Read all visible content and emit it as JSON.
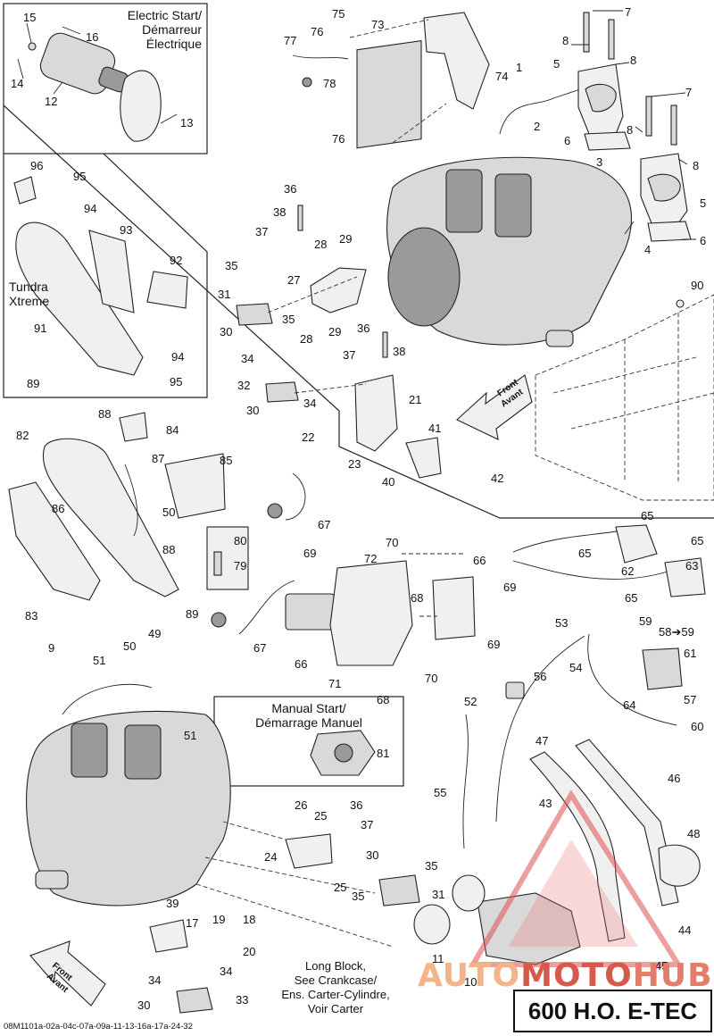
{
  "insets": {
    "electric_start": {
      "line1": "Electric Start/",
      "line2": "Démarreur",
      "line3": "Électrique"
    },
    "tundra": {
      "line1": "Tundra",
      "line2": "Xtreme"
    },
    "manual_start": {
      "line1": "Manual Start/",
      "line2": "Démarrage Manuel"
    },
    "front_top": {
      "line1": "Front",
      "line2": "Avant"
    },
    "front_bottom": {
      "line1": "Front",
      "line2": "Avant"
    },
    "long_block": {
      "line1": "Long Block,",
      "line2": "See Crankcase/",
      "line3": "Ens. Carter-Cylindre,",
      "line4": "Voir Carter"
    }
  },
  "title": "600 H.O. E-TEC",
  "ref_code": "08M1101a-02a-04c-07a-09a-11-13-16a-17a-24-32",
  "watermark": {
    "part1": "AUTO",
    "part2": "MOTO",
    "part3": "HUB"
  },
  "callouts": [
    {
      "id": "c15",
      "text": "15"
    },
    {
      "id": "c16",
      "text": "16"
    },
    {
      "id": "c14",
      "text": "14"
    },
    {
      "id": "c12",
      "text": "12"
    },
    {
      "id": "c13",
      "text": "13"
    },
    {
      "id": "c75",
      "text": "75"
    },
    {
      "id": "c73",
      "text": "73"
    },
    {
      "id": "c76a",
      "text": "76"
    },
    {
      "id": "c77",
      "text": "77"
    },
    {
      "id": "c78",
      "text": "78"
    },
    {
      "id": "c74",
      "text": "74"
    },
    {
      "id": "c76b",
      "text": "76"
    },
    {
      "id": "c7a",
      "text": "7"
    },
    {
      "id": "c8a",
      "text": "8"
    },
    {
      "id": "c5a",
      "text": "5"
    },
    {
      "id": "c8b",
      "text": "8"
    },
    {
      "id": "c1",
      "text": "1"
    },
    {
      "id": "c2",
      "text": "2"
    },
    {
      "id": "c6a",
      "text": "6"
    },
    {
      "id": "c7b",
      "text": "7"
    },
    {
      "id": "c8c",
      "text": "8"
    },
    {
      "id": "c8d",
      "text": "8"
    },
    {
      "id": "c3",
      "text": "3"
    },
    {
      "id": "c5b",
      "text": "5"
    },
    {
      "id": "c4",
      "text": "4"
    },
    {
      "id": "c6b",
      "text": "6"
    },
    {
      "id": "c96",
      "text": "96"
    },
    {
      "id": "c95a",
      "text": "95"
    },
    {
      "id": "c94a",
      "text": "94"
    },
    {
      "id": "c93",
      "text": "93"
    },
    {
      "id": "c92",
      "text": "92"
    },
    {
      "id": "c91",
      "text": "91"
    },
    {
      "id": "c94b",
      "text": "94"
    },
    {
      "id": "c95b",
      "text": "95"
    },
    {
      "id": "c36a",
      "text": "36"
    },
    {
      "id": "c38a",
      "text": "38"
    },
    {
      "id": "c37a",
      "text": "37"
    },
    {
      "id": "c28a",
      "text": "28"
    },
    {
      "id": "c29a",
      "text": "29"
    },
    {
      "id": "c35a",
      "text": "35"
    },
    {
      "id": "c27",
      "text": "27"
    },
    {
      "id": "c31a",
      "text": "31"
    },
    {
      "id": "c35b",
      "text": "35"
    },
    {
      "id": "c30a",
      "text": "30"
    },
    {
      "id": "c28b",
      "text": "28"
    },
    {
      "id": "c29b",
      "text": "29"
    },
    {
      "id": "c36b",
      "text": "36"
    },
    {
      "id": "c38b",
      "text": "38"
    },
    {
      "id": "c37b",
      "text": "37"
    },
    {
      "id": "c34a",
      "text": "34"
    },
    {
      "id": "c32",
      "text": "32"
    },
    {
      "id": "c21",
      "text": "21"
    },
    {
      "id": "c30b",
      "text": "30"
    },
    {
      "id": "c34b",
      "text": "34"
    },
    {
      "id": "c22",
      "text": "22"
    },
    {
      "id": "c23",
      "text": "23"
    },
    {
      "id": "c90",
      "text": "90"
    },
    {
      "id": "c41",
      "text": "41"
    },
    {
      "id": "c40",
      "text": "40"
    },
    {
      "id": "c42",
      "text": "42"
    },
    {
      "id": "c89",
      "text": "89"
    },
    {
      "id": "c88a",
      "text": "88"
    },
    {
      "id": "c82",
      "text": "82"
    },
    {
      "id": "c84",
      "text": "84"
    },
    {
      "id": "c87",
      "text": "87"
    },
    {
      "id": "c85",
      "text": "85"
    },
    {
      "id": "c86",
      "text": "86"
    },
    {
      "id": "c50a",
      "text": "50"
    },
    {
      "id": "c88b",
      "text": "88"
    },
    {
      "id": "c83",
      "text": "83"
    },
    {
      "id": "c89b",
      "text": "89"
    },
    {
      "id": "c67a",
      "text": "67"
    },
    {
      "id": "c80",
      "text": "80"
    },
    {
      "id": "c79",
      "text": "79"
    },
    {
      "id": "c67b",
      "text": "67"
    },
    {
      "id": "c69a",
      "text": "69"
    },
    {
      "id": "c70a",
      "text": "70"
    },
    {
      "id": "c72",
      "text": "72"
    },
    {
      "id": "c66a",
      "text": "66"
    },
    {
      "id": "c69b",
      "text": "69"
    },
    {
      "id": "c68a",
      "text": "68"
    },
    {
      "id": "c66b",
      "text": "66"
    },
    {
      "id": "c69c",
      "text": "69"
    },
    {
      "id": "c71",
      "text": "71"
    },
    {
      "id": "c70b",
      "text": "70"
    },
    {
      "id": "c68b",
      "text": "68"
    },
    {
      "id": "c65a",
      "text": "65"
    },
    {
      "id": "c65b",
      "text": "65"
    },
    {
      "id": "c65c",
      "text": "65"
    },
    {
      "id": "c62",
      "text": "62"
    },
    {
      "id": "c63",
      "text": "63"
    },
    {
      "id": "c65d",
      "text": "65"
    },
    {
      "id": "c53",
      "text": "53"
    },
    {
      "id": "c59",
      "text": "59"
    },
    {
      "id": "c58",
      "text": "58➔59"
    },
    {
      "id": "c54",
      "text": "54"
    },
    {
      "id": "c61",
      "text": "61"
    },
    {
      "id": "c56",
      "text": "56"
    },
    {
      "id": "c52",
      "text": "52"
    },
    {
      "id": "c64",
      "text": "64"
    },
    {
      "id": "c57",
      "text": "57"
    },
    {
      "id": "c60",
      "text": "60"
    },
    {
      "id": "c47",
      "text": "47"
    },
    {
      "id": "c55",
      "text": "55"
    },
    {
      "id": "c43",
      "text": "43"
    },
    {
      "id": "c46",
      "text": "46"
    },
    {
      "id": "c48",
      "text": "48"
    },
    {
      "id": "c44",
      "text": "44"
    },
    {
      "id": "c45",
      "text": "45"
    },
    {
      "id": "c10",
      "text": "10"
    },
    {
      "id": "c11",
      "text": "11"
    },
    {
      "id": "c9",
      "text": "9"
    },
    {
      "id": "c51a",
      "text": "51"
    },
    {
      "id": "c50b",
      "text": "50"
    },
    {
      "id": "c49",
      "text": "49"
    },
    {
      "id": "c51b",
      "text": "51"
    },
    {
      "id": "c81",
      "text": "81"
    },
    {
      "id": "c26",
      "text": "26"
    },
    {
      "id": "c25a",
      "text": "25"
    },
    {
      "id": "c36c",
      "text": "36"
    },
    {
      "id": "c37c",
      "text": "37"
    },
    {
      "id": "c24",
      "text": "24"
    },
    {
      "id": "c30c",
      "text": "30"
    },
    {
      "id": "c35c",
      "text": "35"
    },
    {
      "id": "c25b",
      "text": "25"
    },
    {
      "id": "c35d",
      "text": "35"
    },
    {
      "id": "c31b",
      "text": "31"
    },
    {
      "id": "c39",
      "text": "39"
    },
    {
      "id": "c17",
      "text": "17"
    },
    {
      "id": "c19",
      "text": "19"
    },
    {
      "id": "c18",
      "text": "18"
    },
    {
      "id": "c20",
      "text": "20"
    },
    {
      "id": "c34c",
      "text": "34"
    },
    {
      "id": "c34d",
      "text": "34"
    },
    {
      "id": "c30d",
      "text": "30"
    },
    {
      "id": "c33",
      "text": "33"
    }
  ]
}
